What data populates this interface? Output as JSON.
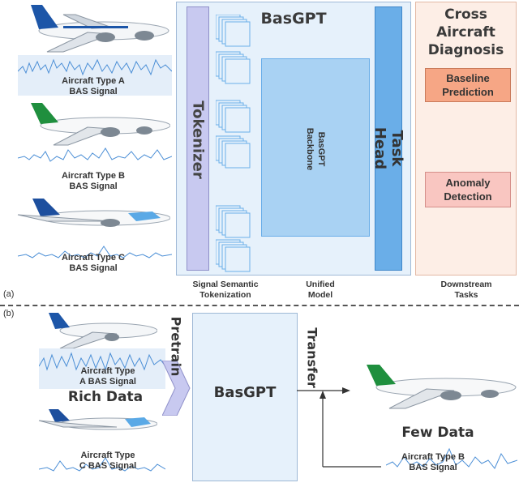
{
  "part_a": {
    "label": "(a)",
    "aircraft": [
      {
        "line1": "Aircraft Type A",
        "line2": "BAS Signal"
      },
      {
        "line1": "Aircraft Type B",
        "line2": "BAS Signal"
      },
      {
        "line1": "Aircraft Type C",
        "line2": "BAS Signal"
      }
    ],
    "basgpt_title": "BasGPT",
    "tokenizer": "Tokenizer",
    "backbone_line1": "BasGPT",
    "backbone_line2": "Backbone",
    "task_head": "Task Head",
    "cross_title": [
      "Cross",
      "Aircraft",
      "Diagnosis"
    ],
    "task1": [
      "Baseline",
      "Prediction"
    ],
    "task2": [
      "Anomaly",
      "Detection"
    ],
    "captions": {
      "signal": [
        "Signal Semantic",
        "Tokenization"
      ],
      "unified": [
        "Unified",
        "Model"
      ],
      "downstream": [
        "Downstream",
        "Tasks"
      ]
    }
  },
  "part_b": {
    "label": "(b)",
    "aircraft_a": [
      "Aircraft Type",
      "A BAS Signal"
    ],
    "rich_data": "Rich Data",
    "aircraft_c": [
      "Aircraft Type",
      "C BAS Signal"
    ],
    "pretrain": "Pretrain",
    "basgpt": "BasGPT",
    "transfer": "Transfer",
    "few_data": "Few Data",
    "aircraft_b": [
      "Aircraft Type B",
      "BAS Signal"
    ]
  },
  "colors": {
    "panel_fill": "#e6f1fb",
    "tokenizer_fill": "#c8c9f0",
    "taskhead_fill": "#6aaee8",
    "backbone_fill": "#a9d2f3",
    "task_fill": "#f6a685",
    "anomaly_fill": "#f9c6c1",
    "signal_blue": "#4c8fd6"
  }
}
